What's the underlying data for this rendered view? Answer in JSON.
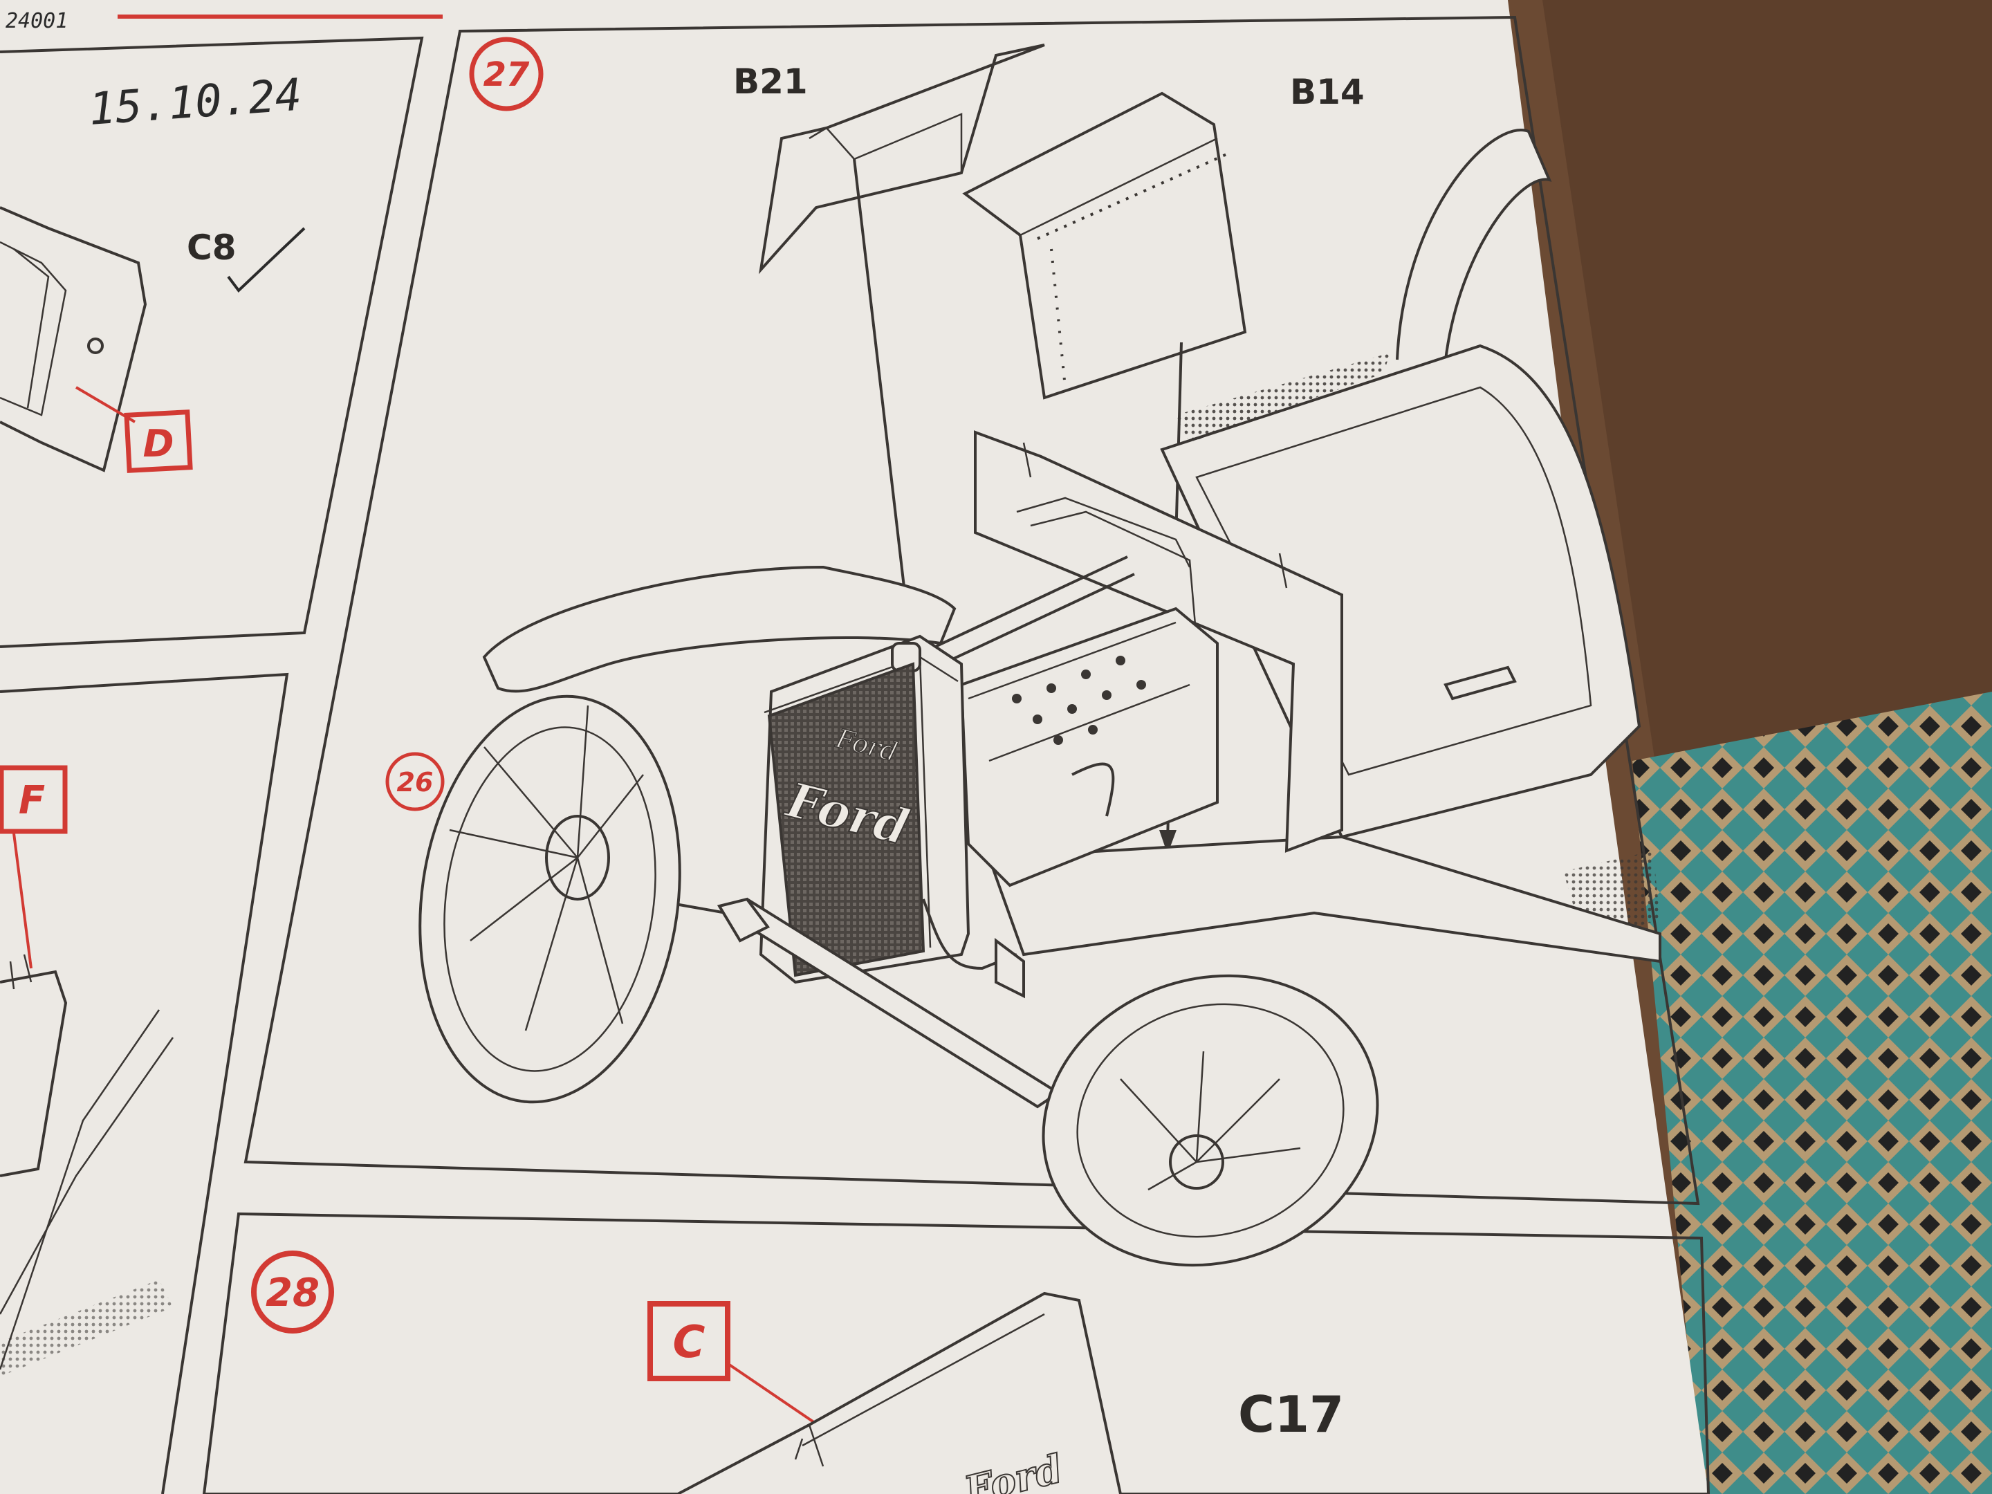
{
  "sheet": {
    "code": "24001",
    "handwritten_date": "15.10.24"
  },
  "steps": {
    "step27": "27",
    "step28": "28",
    "ref26": "26"
  },
  "parts": {
    "b21": "B21",
    "b14": "B14",
    "c8": "C8",
    "c17": "C17"
  },
  "subassembly_tags": {
    "d": "D",
    "f": "F",
    "c": "C"
  },
  "emblem": {
    "radiator_logo": "Ford"
  },
  "colors": {
    "paper": "#ece9e4",
    "line_art": "#3a3633",
    "accent_red": "#d23a33",
    "tabletop": "#6b4a33",
    "cloth_teal": "#3f8d8a"
  }
}
